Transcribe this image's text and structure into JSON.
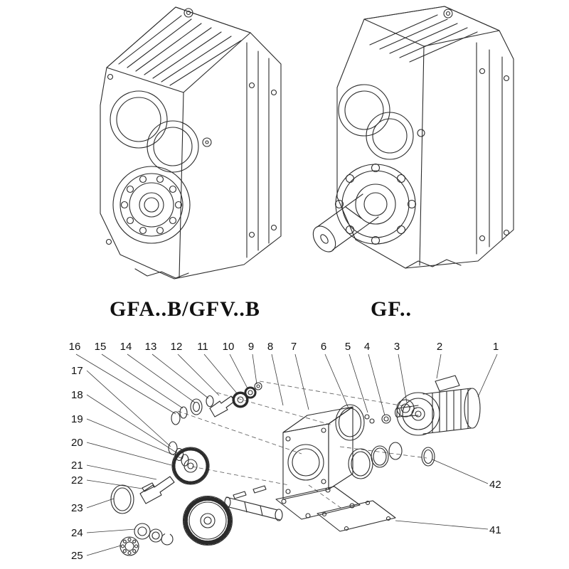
{
  "products": [
    {
      "label": "GFA..B/GFV..B"
    },
    {
      "label": "GF.."
    }
  ],
  "exploded": {
    "top_callouts": [
      "16",
      "15",
      "14",
      "13",
      "12",
      "11",
      "10",
      "9",
      "8",
      "7",
      "6",
      "5",
      "4",
      "3",
      "2",
      "1"
    ],
    "left_callouts": [
      "17",
      "18",
      "19",
      "20",
      "21",
      "22",
      "23",
      "24",
      "25"
    ],
    "right_callouts": [
      "42",
      "41"
    ]
  },
  "colors": {
    "line": "#2b2b2b",
    "background": "#ffffff"
  }
}
